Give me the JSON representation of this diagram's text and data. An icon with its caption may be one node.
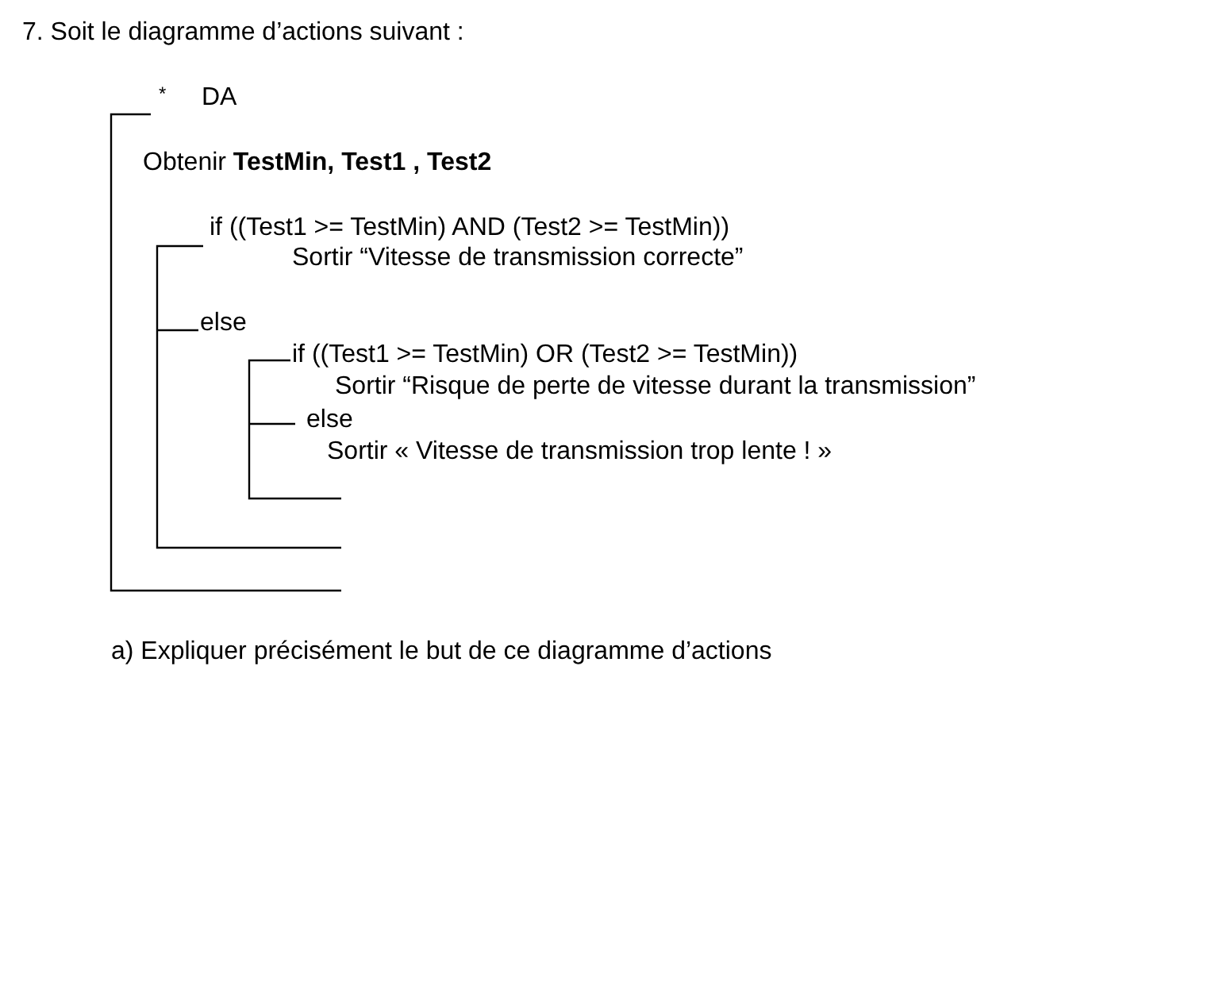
{
  "diagram": {
    "title": "7.  Soit  le diagramme d’actions suivant :",
    "labels": [
      "*",
      "DA",
      "Obtenir **TestMin, Test1 , Test2**",
      "if  ((Test1 >= TestMin) AND (Test2 >= TestMin))",
      "Sortir “Vitesse de transmission correcte”",
      "else",
      "if ((Test1 >= TestMin) OR (Test2 >= TestMin))",
      "Sortir “Risque de perte de vitesse durant la transmission”",
      "else",
      "Sortir « Vitesse de transmission trop lente ! »",
      "a)  Expliquer précisément le but de ce diagramme d’actions"
    ]
  }
}
